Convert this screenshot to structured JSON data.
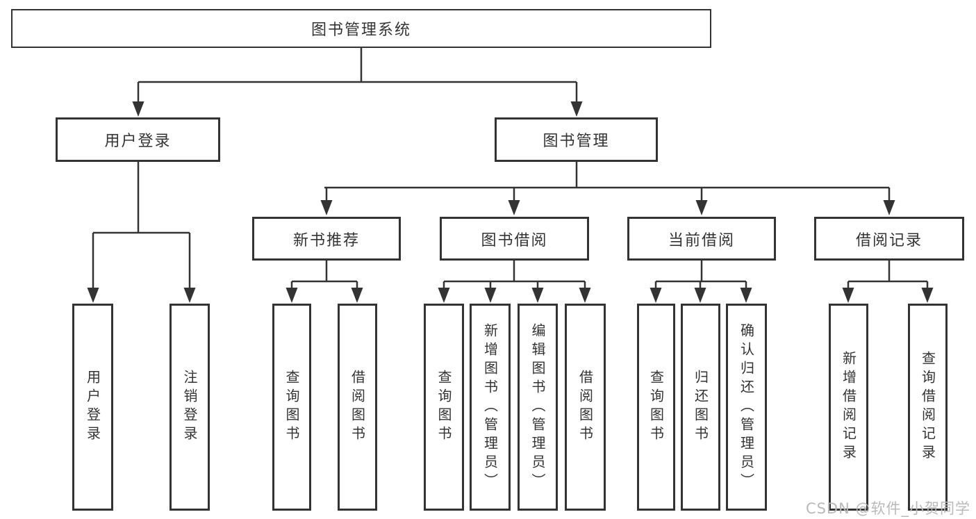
{
  "nodes": {
    "root": {
      "label": "图书管理系统"
    },
    "level2": [
      {
        "label": "用户登录"
      },
      {
        "label": "图书管理"
      }
    ],
    "level3": [
      {
        "label": "新书推荐"
      },
      {
        "label": "图书借阅"
      },
      {
        "label": "当前借阅"
      },
      {
        "label": "借阅记录"
      }
    ],
    "leaves": [
      {
        "label": "用户登录"
      },
      {
        "label": "注销登录"
      },
      {
        "label": "查询图书"
      },
      {
        "label": "借阅图书"
      },
      {
        "label": "查询图书"
      },
      {
        "label": "新增图书（管理员）"
      },
      {
        "label": "编辑图书（管理员）"
      },
      {
        "label": "借阅图书"
      },
      {
        "label": "查询图书"
      },
      {
        "label": "归还图书"
      },
      {
        "label": "确认归还（管理员）"
      },
      {
        "label": "新增借阅记录"
      },
      {
        "label": "查询借阅记录"
      }
    ]
  },
  "watermark": {
    "text": "CSDN @软件_小贺同学"
  },
  "colors": {
    "line": "#333333",
    "box_border": "#333333",
    "box_fill": "#ffffff",
    "text": "#333333",
    "watermark": "#b9b9b9"
  }
}
